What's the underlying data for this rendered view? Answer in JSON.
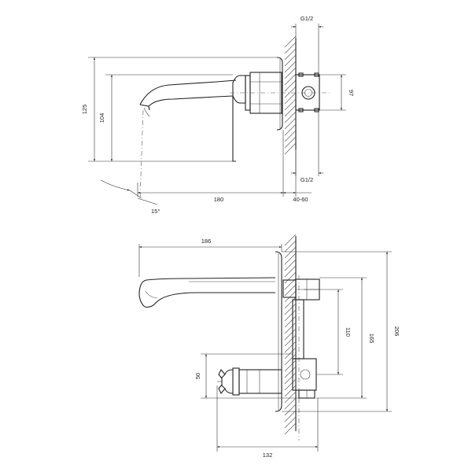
{
  "top_view": {
    "thread_top": "G1/2",
    "thread_bottom": "G1/2",
    "height_overall": "125",
    "height_spout": "104",
    "width_right": "97",
    "length_spout": "180",
    "wall_range": "40-60",
    "angle": "15°"
  },
  "bottom_view": {
    "length_spout": "186",
    "length_handle": "132",
    "height_handle": "50",
    "dim_110": "110",
    "dim_165": "165",
    "dim_206": "206"
  }
}
